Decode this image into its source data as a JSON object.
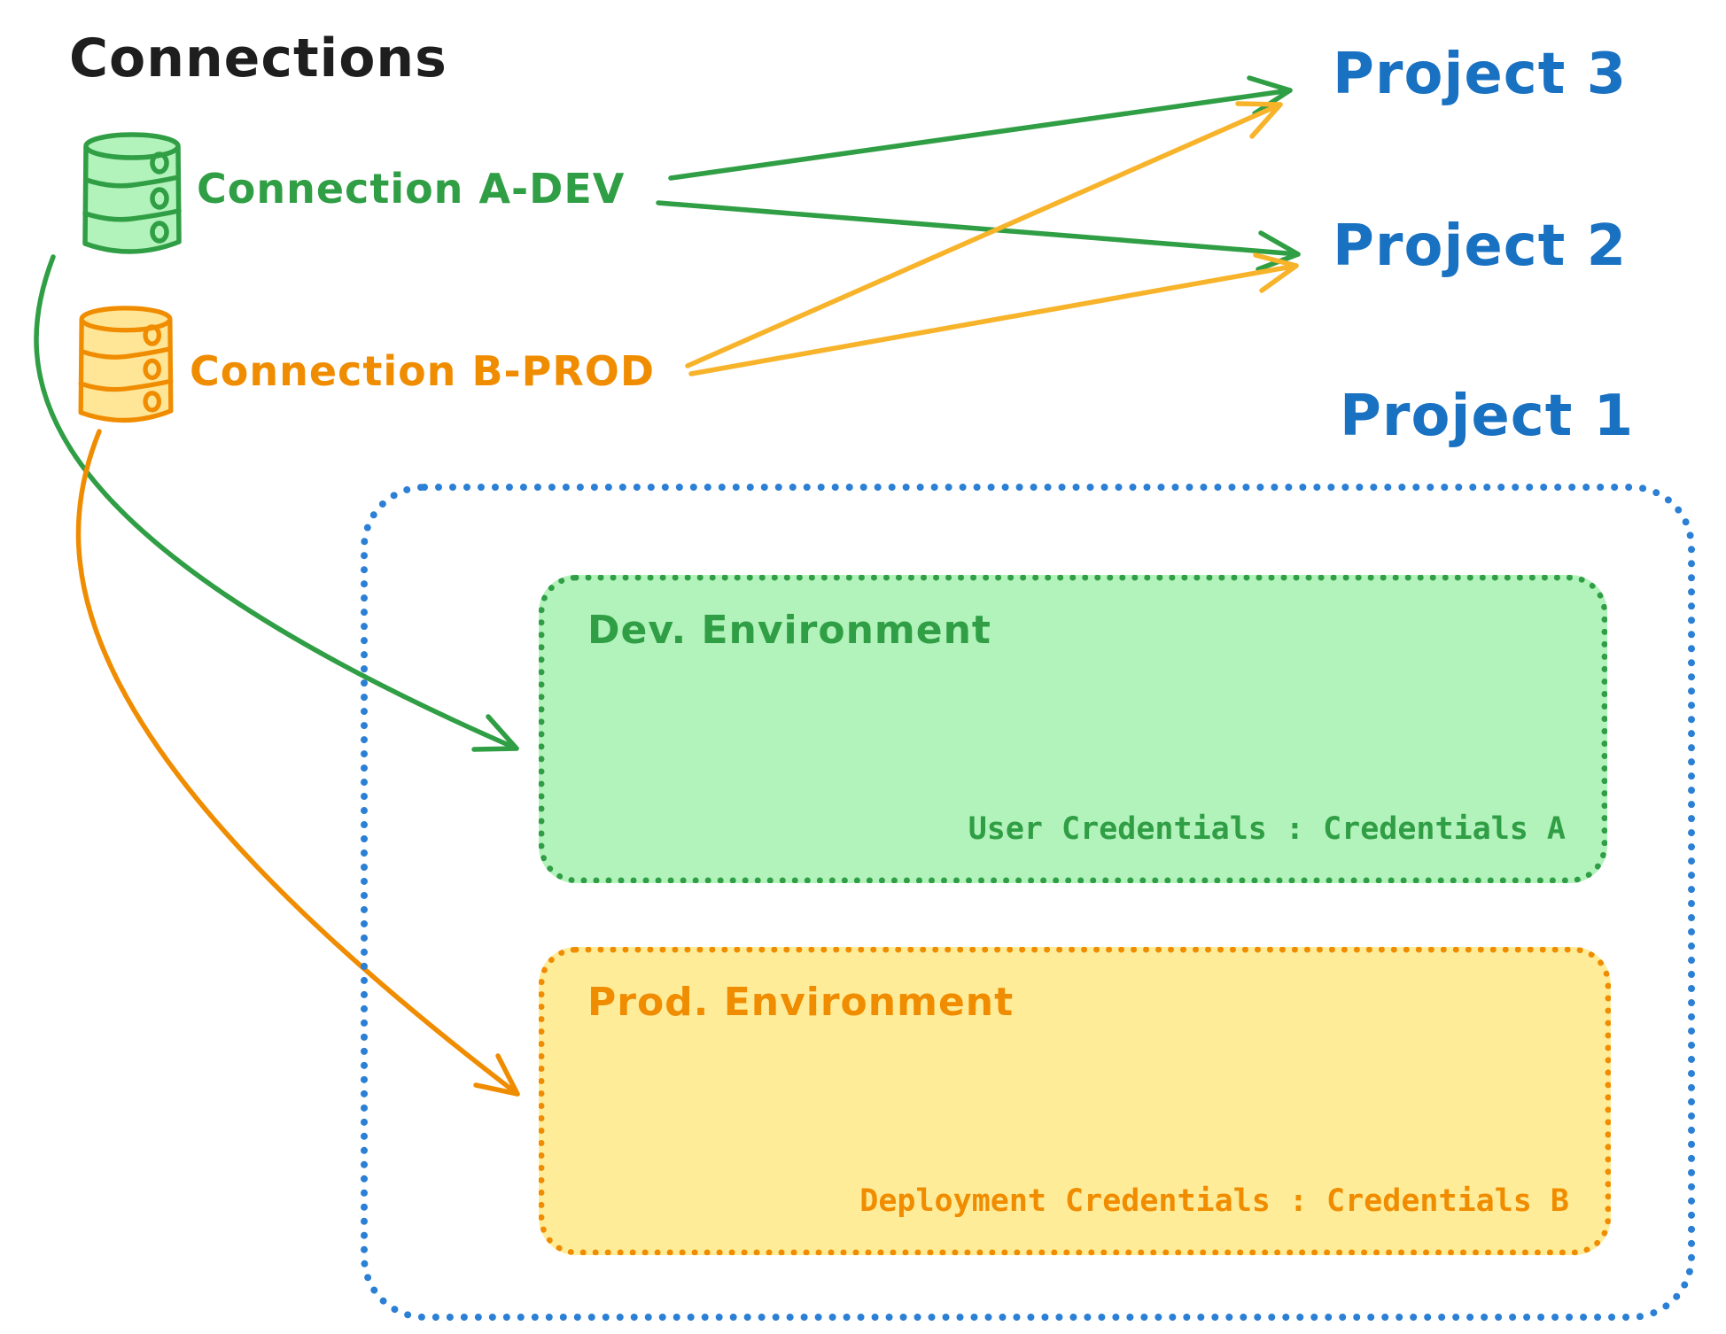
{
  "title": "Connections",
  "connections": [
    {
      "id": "connection-a-dev",
      "label": "Connection A-DEV",
      "color": "#2f9e44",
      "icon": "database-icon",
      "icon_fill": "#b2f2bb"
    },
    {
      "id": "connection-b-prod",
      "label": "Connection B-PROD",
      "color": "#f08c00",
      "icon": "database-icon",
      "icon_fill": "#ffe596"
    }
  ],
  "projects": [
    {
      "id": "project-3",
      "label": "Project 3"
    },
    {
      "id": "project-2",
      "label": "Project 2"
    },
    {
      "id": "project-1",
      "label": "Project 1"
    }
  ],
  "project1": {
    "environments": [
      {
        "id": "dev",
        "title": "Dev. Environment",
        "credentials_label": "User Credentials : Credentials A",
        "accent": "#2f9e44",
        "fill": "#b2f2bb"
      },
      {
        "id": "prod",
        "title": "Prod. Environment",
        "credentials_label": "Deployment Credentials : Credentials B",
        "accent": "#f08c00",
        "fill": "#ffec99"
      }
    ]
  },
  "edges": [
    {
      "from": "Connection A-DEV",
      "to": "Project 3",
      "color": "#2f9e44"
    },
    {
      "from": "Connection A-DEV",
      "to": "Project 2",
      "color": "#2f9e44"
    },
    {
      "from": "Connection B-PROD",
      "to": "Project 3",
      "color": "#f7b32a"
    },
    {
      "from": "Connection B-PROD",
      "to": "Project 2",
      "color": "#f7b32a"
    },
    {
      "from": "Connection A-DEV",
      "to": "Dev. Environment",
      "color": "#2f9e44"
    },
    {
      "from": "Connection B-PROD",
      "to": "Prod. Environment",
      "color": "#f08c00"
    }
  ],
  "palette": {
    "background": "#ffffff",
    "title_text": "#1e1e1e",
    "green": "#2f9e44",
    "green_fill": "#b2f2bb",
    "orange": "#f08c00",
    "orange_fill": "#ffec99",
    "yellow_arrow": "#f7b32a",
    "blue_text": "#1971c2",
    "blue_border": "#2b7fd4"
  }
}
